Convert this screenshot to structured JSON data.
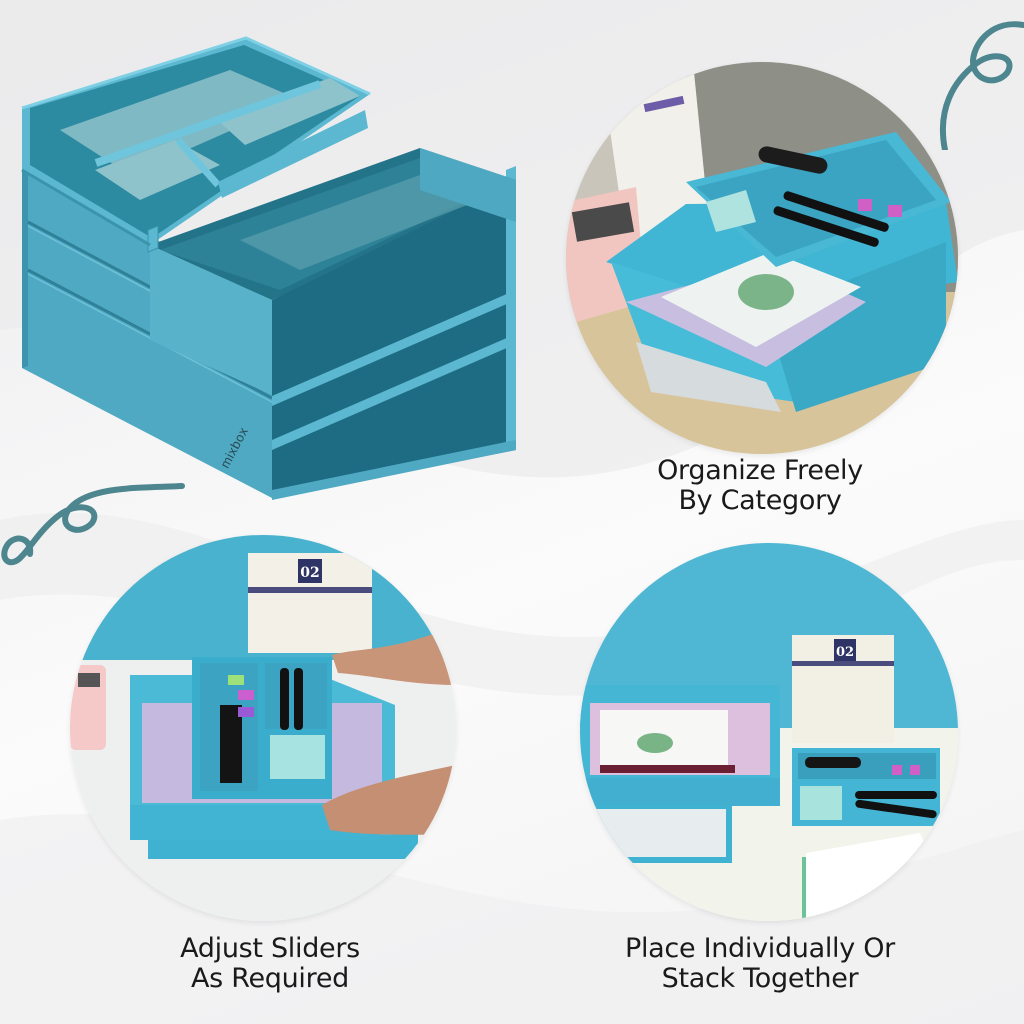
{
  "hero": {
    "product": "stackable desk organizer with letter trays and divided top tray",
    "brand_mark": "mixbox",
    "colors": {
      "tray_light": "#5bb8d0",
      "tray_mid": "#3d9ab3",
      "tray_dark": "#1f6f86",
      "tray_floor": "#6aa9b6"
    }
  },
  "features": [
    {
      "id": "organize",
      "line1": "Organize Freely",
      "line2": "By Category",
      "scene": "organizer with stapler, pens, binder clips, sticky notes and notebooks"
    },
    {
      "id": "sliders",
      "line1": "Adjust Sliders",
      "line2": "As Required",
      "scene": "hands sliding the top divided tray; calendar showing 02"
    },
    {
      "id": "stack",
      "line1": "Place Individually Or",
      "line2": "Stack Together",
      "scene": "trays placed separately on desk with calendar showing 02"
    }
  ],
  "calendar": {
    "month": "02"
  },
  "decor": {
    "swirl_color": "#4e8690",
    "accent": "#5bbcd6"
  }
}
